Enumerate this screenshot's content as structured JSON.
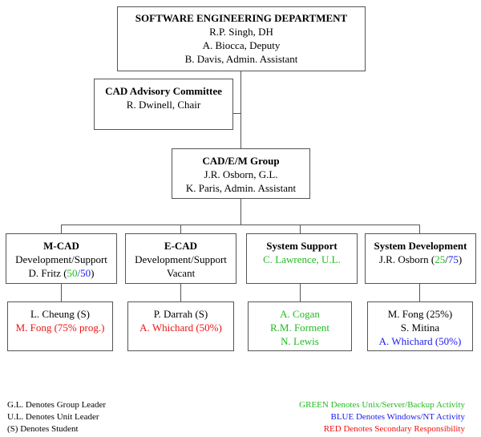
{
  "department": {
    "title": "SOFTWARE ENGINEERING DEPARTMENT",
    "lines": [
      "R.P. Singh, DH",
      "A. Biocca, Deputy",
      "B. Davis, Admin. Assistant"
    ]
  },
  "advisory": {
    "title": "CAD Advisory Committee",
    "lines": [
      "R. Dwinell, Chair"
    ]
  },
  "group": {
    "title": "CAD/E/M Group",
    "lines": [
      "J.R. Osborn, G.L.",
      "K. Paris, Admin. Assistant"
    ]
  },
  "units": [
    {
      "title": "M-CAD",
      "line1": "Development/Support",
      "lead_name": "D. Fritz (",
      "lead_green": "50",
      "lead_sep": "/",
      "lead_blue": "50",
      "lead_end": ")",
      "staff": [
        {
          "text": "L. Cheung (S)",
          "color": "black"
        },
        {
          "text": "M. Fong (75% prog.)",
          "color": "red"
        }
      ]
    },
    {
      "title": "E-CAD",
      "line1": "Development/Support",
      "line2": "Vacant",
      "staff": [
        {
          "text": "P. Darrah (S)",
          "color": "black"
        },
        {
          "text": "A. Whichard (50%)",
          "color": "red"
        }
      ]
    },
    {
      "title": "System Support",
      "line1": "C. Lawrence, U.L.",
      "staff": [
        {
          "text": "A. Cogan",
          "color": "green"
        },
        {
          "text": "R.M. Forment",
          "color": "green"
        },
        {
          "text": "N. Lewis",
          "color": "green"
        }
      ]
    },
    {
      "title": "System Development",
      "lead_name": "J.R. Osborn (",
      "lead_green": "25",
      "lead_sep": "/",
      "lead_blue": "75",
      "lead_end": ")",
      "staff": [
        {
          "text": "M. Fong (25%)",
          "color": "black"
        },
        {
          "text": "S. Mitina",
          "color": "black"
        },
        {
          "text": "A. Whichard (50%)",
          "color": "blue"
        }
      ]
    }
  ],
  "legend_left": [
    "G.L. Denotes Group Leader",
    "U.L. Denotes Unit Leader",
    "(S) Denotes Student"
  ],
  "legend_right": [
    {
      "text": "GREEN Denotes Unix/Server/Backup Activity",
      "color": "green"
    },
    {
      "text": "BLUE Denotes Windows/NT Activity",
      "color": "blue"
    },
    {
      "text": "RED Denotes Secondary Responsibility",
      "color": "red"
    }
  ],
  "colors": {
    "green": "#22bb22",
    "blue": "#1a1aee",
    "red": "#ee1111",
    "line": "#555555"
  }
}
